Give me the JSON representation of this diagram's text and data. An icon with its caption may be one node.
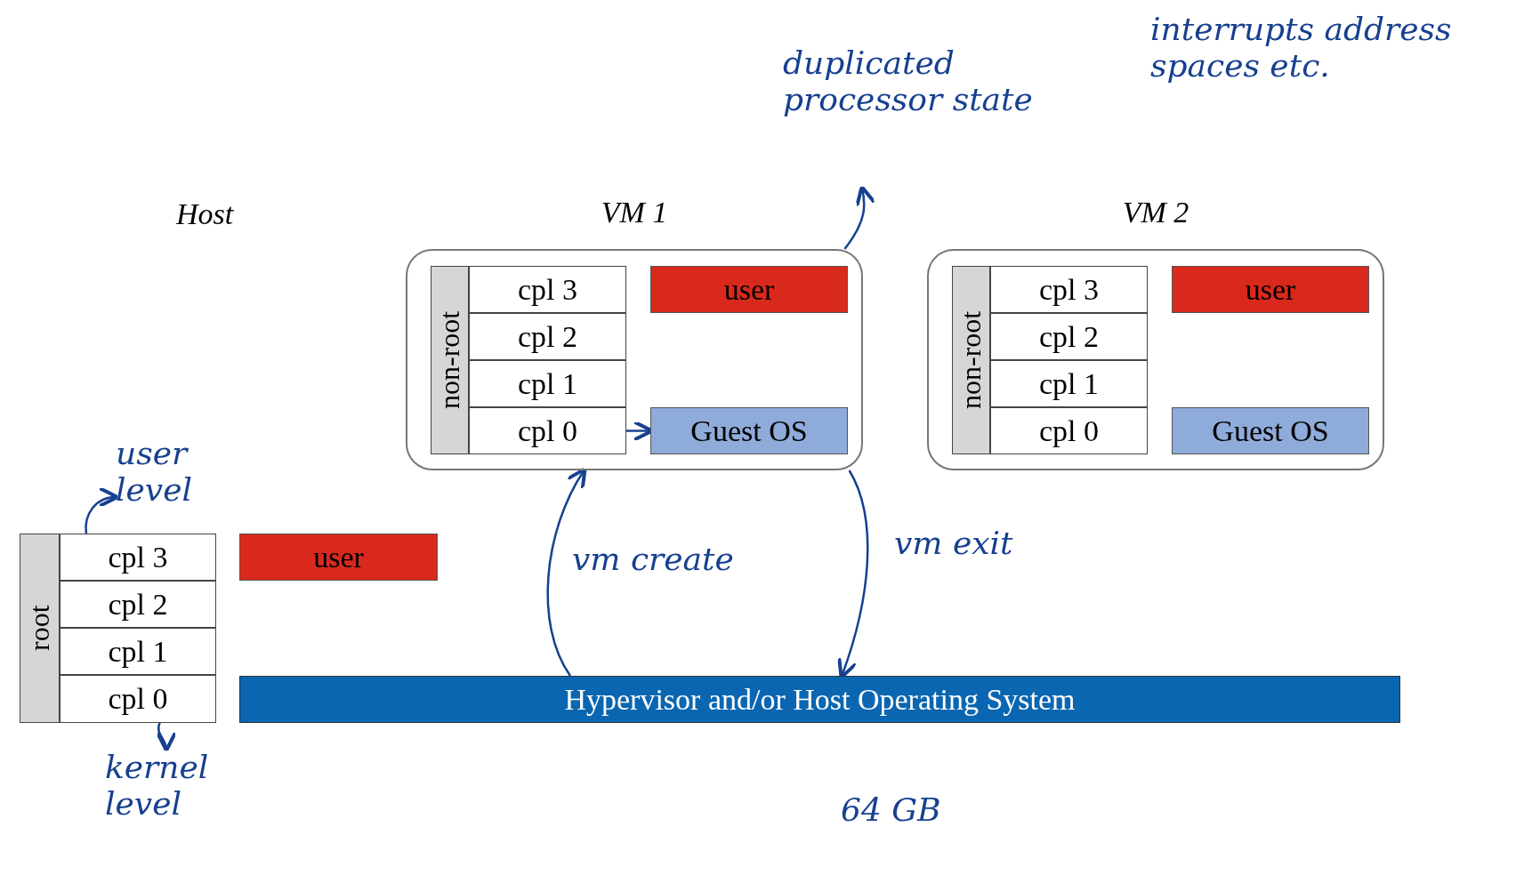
{
  "diagram": {
    "nodes": [
      {
        "text": [
          "VM 1"
        ]
      },
      {
        "text": [
          "non-root"
        ],
        "in": 0
      },
      {
        "text": [
          "cpl 3"
        ],
        "in": 0
      },
      {
        "text": [
          "cpl 2"
        ],
        "in": 0
      },
      {
        "text": [
          "cpl 1"
        ],
        "in": 0
      },
      {
        "text": [
          "cpl 0"
        ],
        "in": 0
      },
      {
        "text": [
          "user"
        ],
        "in": 0
      },
      {
        "text": [
          "Guest OS"
        ],
        "in": 0
      },
      {
        "text": [
          "VM 2"
        ]
      },
      {
        "text": [
          "non-root"
        ],
        "in": 8
      },
      {
        "text": [
          "cpl 3"
        ],
        "in": 8
      },
      {
        "text": [
          "cpl 2"
        ],
        "in": 8
      },
      {
        "text": [
          "cpl 1"
        ],
        "in": 8
      },
      {
        "text": [
          "cpl 0"
        ],
        "in": 8
      },
      {
        "text": [
          "user"
        ],
        "in": 8
      },
      {
        "text": [
          "Guest OS"
        ],
        "in": 8
      },
      {
        "text": [
          "root"
        ]
      },
      {
        "text": [
          "cpl 3"
        ]
      },
      {
        "text": [
          "cpl 2"
        ]
      },
      {
        "text": [
          "cpl 1"
        ]
      },
      {
        "text": [
          "cpl 0"
        ]
      },
      {
        "text": [
          "user"
        ]
      },
      {
        "text": [
          "Hypervisor and/or Host Operating System"
        ]
      },
      {
        "text": [
          "duplicated processor state"
        ]
      },
      {
        "text": [
          "user level"
        ]
      },
      {
        "text": [
          "kernel level"
        ]
      }
    ],
    "edges": [
      {
        "from": 5,
        "to": 7,
        "arrow": "to"
      },
      {
        "from": 0,
        "to": 23,
        "arrow": "to"
      },
      {
        "from": 17,
        "to": 24,
        "arrow": "to"
      },
      {
        "from": 20,
        "to": 25,
        "arrow": "to"
      },
      {
        "from": 22,
        "to": 0,
        "arrow": "to",
        "label": "vm create"
      },
      {
        "from": 0,
        "to": 22,
        "arrow": "to",
        "label": "vm exit"
      }
    ],
    "labels": [
      "interrupts address spaces etc.",
      "Host",
      "64 GB"
    ]
  }
}
